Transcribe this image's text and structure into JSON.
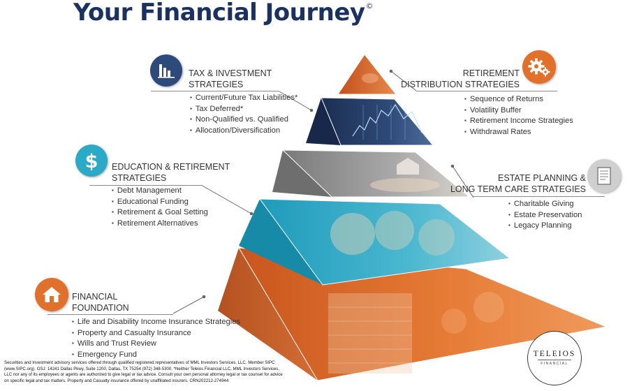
{
  "title": "Your Financial Journey",
  "title_mark": "©",
  "colors": {
    "title": "#1b3160",
    "orange": "#e0702a",
    "teal": "#2aaac6",
    "navy": "#23375f",
    "gray": "#8f8f8f"
  },
  "sections": {
    "tax": {
      "icon": "bar-chart-icon",
      "heading_1": "TAX & INVESTMENT",
      "heading_2": "STRATEGIES",
      "items": [
        "Current/Future Tax Liabilities*",
        "Tax Deferred*",
        "Non-Qualified vs. Qualified",
        "Allocation/Diversification"
      ]
    },
    "education": {
      "icon": "dollar-icon",
      "heading_1": "EDUCATION & RETIREMENT",
      "heading_2": "STRATEGIES",
      "items": [
        "Debt Management",
        "Educational Funding",
        "Retirement & Goal Setting",
        "Retirement Alternatives"
      ]
    },
    "foundation": {
      "icon": "home-icon",
      "heading_1": "FINANCIAL",
      "heading_2": "FOUNDATION",
      "items": [
        "Life and Disability Income Insurance Strategies",
        "Property and Casualty Insurance",
        "Wills and Trust Review",
        "Emergency Fund"
      ]
    },
    "retirement": {
      "icon": "gears-icon",
      "heading_1": "RETIREMENT",
      "heading_2": "DISTRIBUTION STRATEGIES",
      "items": [
        "Sequence of Returns",
        "Volatility Buffer",
        "Retirement Income Strategies",
        "Withdrawal Rates"
      ]
    },
    "estate": {
      "icon": "document-icon",
      "heading_1": "ESTATE PLANNING &",
      "heading_2": "LONG TERM CARE STRATEGIES",
      "items": [
        "Charitable Giving",
        "Estate Preservation",
        "Legacy Planning"
      ]
    }
  },
  "disclaimer": "Securities and Investment advisory services offered through qualified registered  representatives of MML Investors Services, LLC. Member SIPC (www.SIPC.org). OSJ: 14241 Dallas Pkwy, Suite 1200, Dallas, TX 75254 (972) 348-5300. *Neither Teleios Financial LLC, MML Investors Services, LLC nor any of its employees or agents are authorized to give legal or tax advice. Consult your own personal attorney legal or tax counsel for advice on specific legal and tax matters. Property and Casualty insurance offered by unaffiliated insurers. CRN202212-274944",
  "logo": {
    "name": "TELEIOS",
    "sub": "FINANCIAL"
  }
}
